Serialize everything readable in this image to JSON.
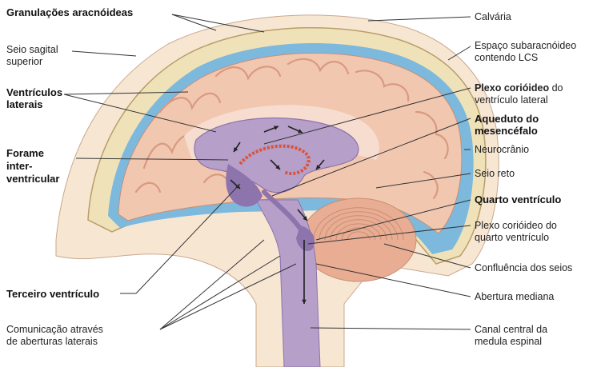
{
  "figure": {
    "labels_left": [
      {
        "key": "granulacoes",
        "lines": [
          "Granulações aracnóideas"
        ],
        "bold": true
      },
      {
        "key": "seio_sagital",
        "lines": [
          "Seio sagital",
          "superior"
        ],
        "bold": false
      },
      {
        "key": "ventriculos_laterais",
        "lines": [
          "Ventrículos",
          "laterais"
        ],
        "bold": true
      },
      {
        "key": "forame",
        "lines": [
          "Forame",
          "inter-",
          "ventricular"
        ],
        "bold": true
      },
      {
        "key": "terceiro_ventriculo",
        "lines": [
          "Terceiro ventrículo"
        ],
        "bold": true
      },
      {
        "key": "comunicacao",
        "lines": [
          "Comunicação através",
          "de aberturas laterais"
        ],
        "bold": false
      }
    ],
    "labels_right": [
      {
        "key": "calvaria",
        "lines": [
          "Calvária"
        ],
        "bold": false
      },
      {
        "key": "espaco_subaracnoideo",
        "lines": [
          "Espaço subaracnóideo",
          "contendo LCS"
        ],
        "bold": false
      },
      {
        "key": "plexo_lateral",
        "lines": [
          "Plexo corióideo do",
          "ventrículo lateral"
        ],
        "bold_first_words": "Plexo corióideo"
      },
      {
        "key": "aqueduto",
        "lines": [
          "Aqueduto do",
          "mesencéfalo"
        ],
        "bold": true
      },
      {
        "key": "neurocranio",
        "lines": [
          "Neurocrânio"
        ],
        "bold": false
      },
      {
        "key": "seio_reto",
        "lines": [
          "Seio reto"
        ],
        "bold": false
      },
      {
        "key": "quarto_ventriculo",
        "lines": [
          "Quarto ventrículo"
        ],
        "bold": true
      },
      {
        "key": "plexo_quarto",
        "lines": [
          "Plexo corióideo do",
          "quarto ventrículo"
        ],
        "bold": false
      },
      {
        "key": "confluencia",
        "lines": [
          "Confluência dos seios"
        ],
        "bold": false
      },
      {
        "key": "abertura_mediana",
        "lines": [
          "Abertura mediana"
        ],
        "bold": false
      },
      {
        "key": "canal_central",
        "lines": [
          "Canal central da",
          "medula espinal"
        ],
        "bold": false
      }
    ],
    "colors": {
      "brain": "#f2c7b0",
      "brain_gyri": "#e8ad93",
      "skin": "#f6e6d2",
      "bone": "#f0e2b8",
      "csf": "#7db8dd",
      "ventricle": "#b69fc9",
      "ventricle_dark": "#8e74ad",
      "choroid": "#d9533a",
      "line": "#333333"
    }
  }
}
